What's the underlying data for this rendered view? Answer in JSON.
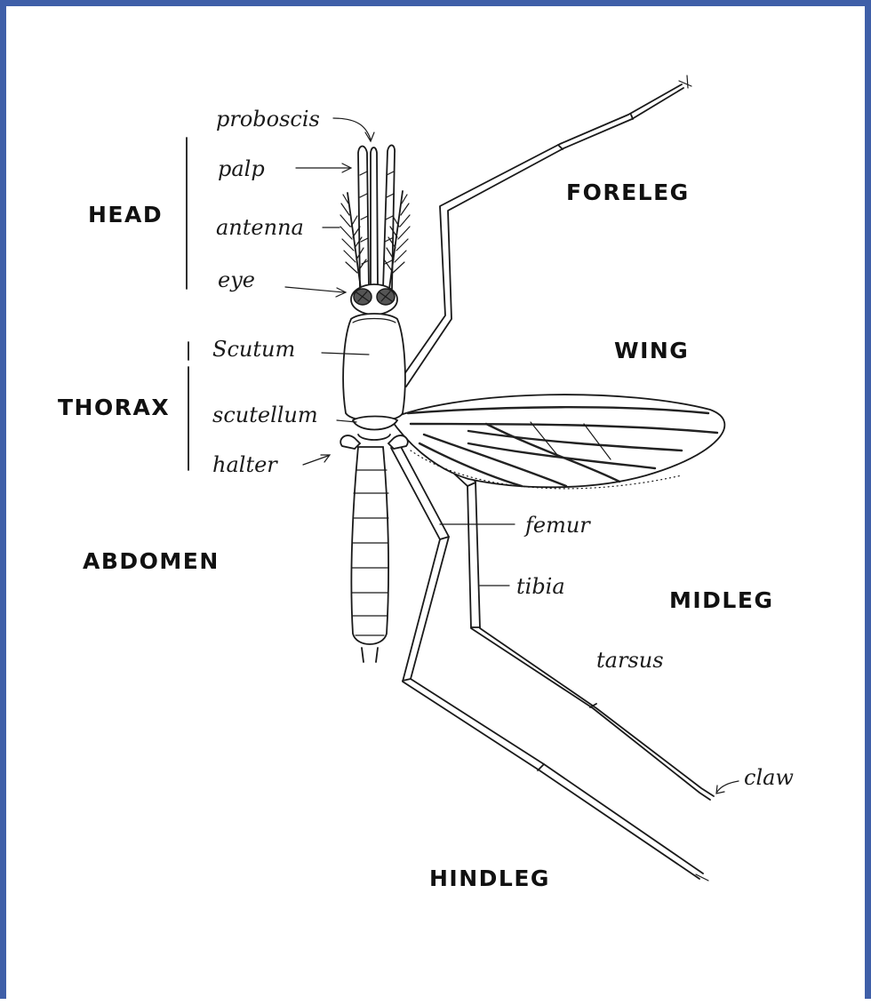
{
  "labels": {
    "proboscis": "proboscis",
    "palp": "palp",
    "antenna": "antenna",
    "eye": "eye",
    "scutum": "Scutum",
    "scutellum": "scutellum",
    "halter": "halter",
    "femur": "femur",
    "tibia": "tibia",
    "tarsus": "tarsus",
    "claw": "claw"
  },
  "regions": {
    "head": "HEAD",
    "thorax": "THORAX",
    "abdomen": "ABDOMEN",
    "foreleg": "FORELEG",
    "wing": "WING",
    "midleg": "MIDLEG",
    "hindleg": "HINDLEG"
  },
  "colors": {
    "frame": "#3f5fa8",
    "ink": "#1a1a1a",
    "background": "#ffffff"
  }
}
